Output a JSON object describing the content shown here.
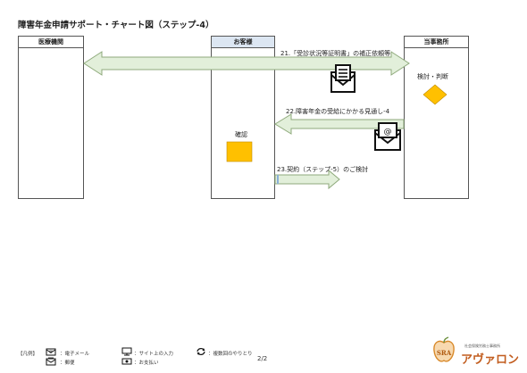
{
  "title": "障害年金申請サポート・チャート図（ステップ-4）",
  "lanes": {
    "medical": "医療機関",
    "customer": "お客様",
    "office": "当事務所"
  },
  "steps": {
    "s21": "21.「受診状況等証明書」の補正依頼等",
    "s22": "22.障害年金の受給にかかる見通し-4",
    "s23": "23.契約（ステップ-5）のご検討"
  },
  "boxes": {
    "confirm": "確認",
    "review": "検討・判断"
  },
  "legend": {
    "heading": "【凡例】",
    "email": "：電子メール",
    "mail": "：郵便",
    "site": "：サイト上の入力",
    "payment": "：お支払い",
    "multi": "：複数回のやりとり"
  },
  "page": "2/2",
  "logo": {
    "name": "アヴァロン",
    "sub": "社会保険労務士事務所",
    "mark": "SRA"
  },
  "colors": {
    "arrow_green": "#e2efda",
    "arrow_green_border": "#8faa7c",
    "yellow": "#ffc000",
    "orange": "#ffb000",
    "lane_header_blue": "#dce6f2"
  }
}
